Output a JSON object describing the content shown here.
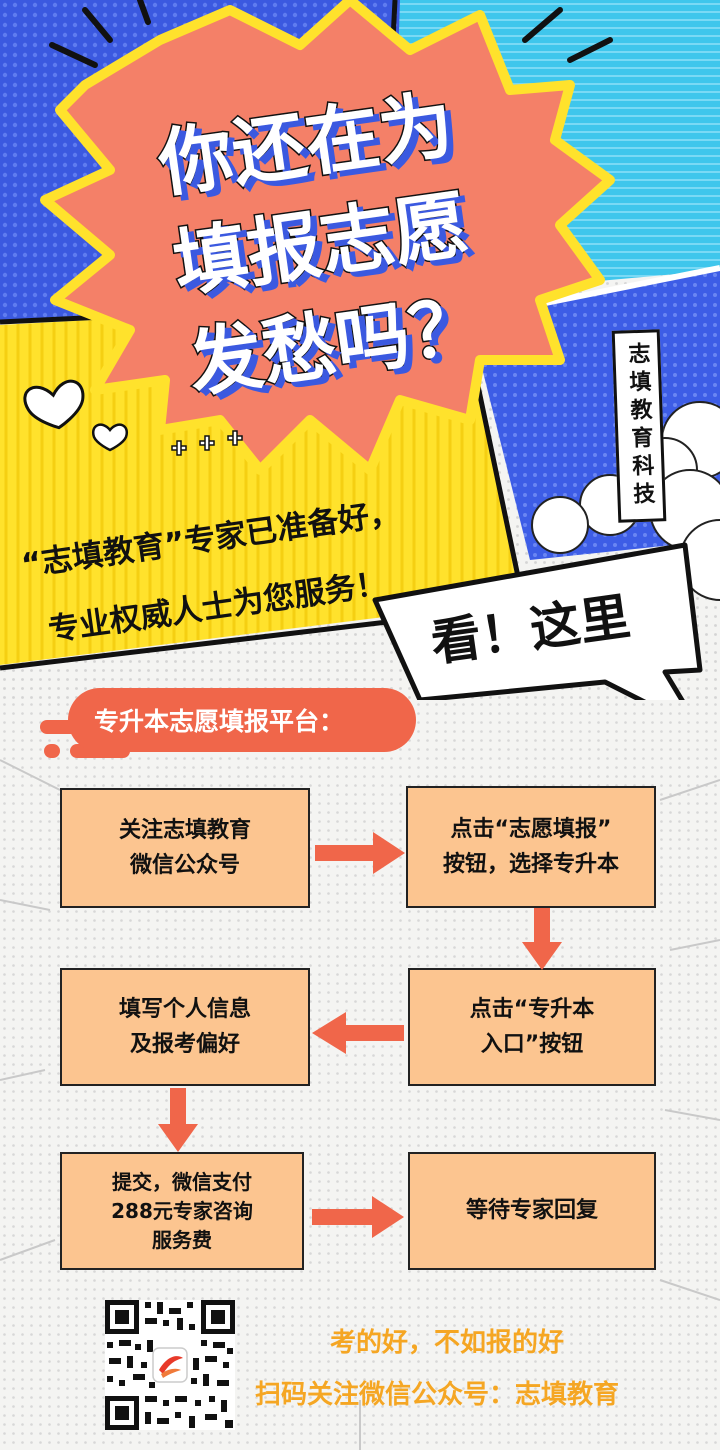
{
  "hero": {
    "headline": [
      "你还在为",
      "填报志愿",
      "发愁吗？"
    ],
    "brand_vertical": "志填教育科技",
    "slogan": [
      "“志填教育”专家已准备好，",
      "专业权威人士为您服务！"
    ],
    "look_here": "看！这里"
  },
  "platform": {
    "title": "专升本志愿填报平台："
  },
  "steps": [
    {
      "text": "关注志填教育\n微信公众号"
    },
    {
      "text": "点击“志愿填报”\n按钮，选择专升本"
    },
    {
      "text": "点击“专升本\n入口”按钮"
    },
    {
      "text": "填写个人信息\n及报考偏好"
    },
    {
      "text": "提交，微信支付\n288元专家咨询\n服务费"
    },
    {
      "text": "等待专家回复"
    }
  ],
  "footer": {
    "line1": "考的好，不如报的好",
    "line2": "扫码关注微信公众号：志填教育"
  },
  "colors": {
    "blue": "#3b59e0",
    "cyan": "#3fc6ec",
    "yellow": "#ffe22c",
    "coral": "#f48068",
    "orange_red": "#f0664a",
    "step_fill": "#fcc590",
    "footer_text": "#f5a623"
  }
}
